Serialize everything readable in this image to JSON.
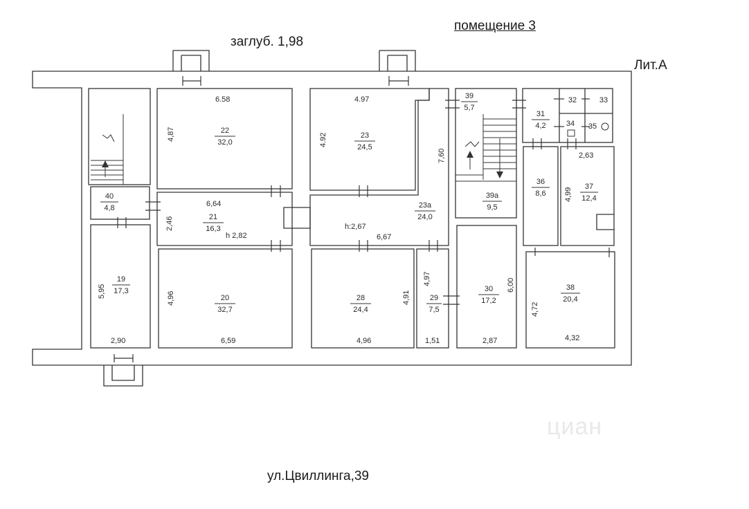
{
  "header": {
    "depth_label": "заглуб. 1,98",
    "room_label": "помещение 3",
    "letter_label": "Лит.А"
  },
  "footer": {
    "street": "ул.Цвиллинга,39"
  },
  "watermark": "циан",
  "rooms": {
    "r19": {
      "num": "19",
      "area": "17,3"
    },
    "r20": {
      "num": "20",
      "area": "32,7"
    },
    "r21": {
      "num": "21",
      "area": "16,3"
    },
    "r22": {
      "num": "22",
      "area": "32,0"
    },
    "r23": {
      "num": "23",
      "area": "24,5"
    },
    "r23a": {
      "num": "23а",
      "area": "24,0"
    },
    "r28": {
      "num": "28",
      "area": "24,4"
    },
    "r29": {
      "num": "29",
      "area": "7,5"
    },
    "r30": {
      "num": "30",
      "area": "17,2"
    },
    "r31": {
      "num": "31",
      "area": "4,2"
    },
    "r32": {
      "num": "32"
    },
    "r33": {
      "num": "33"
    },
    "r34": {
      "num": "34"
    },
    "r35": {
      "num": "35"
    },
    "r36": {
      "num": "36",
      "area": "8,6"
    },
    "r37": {
      "num": "37",
      "area": "12,4"
    },
    "r38": {
      "num": "38",
      "area": "20,4"
    },
    "r39": {
      "num": "39",
      "area": "5,7"
    },
    "r39a": {
      "num": "39а",
      "area": "9,5"
    },
    "r40": {
      "num": "40",
      "area": "4,8"
    }
  },
  "dimensions": {
    "d658": "6.58",
    "d487": "4,87",
    "d497top": "4.97",
    "d492": "4.92",
    "d760": "7,60",
    "d664": "6,64",
    "d246": "2,46",
    "h282": "h 2,82",
    "h267": "h:2,67",
    "d667": "6,67",
    "d595": "5,95",
    "d496": "4,96",
    "d491": "4,91",
    "d497mid": "4,97",
    "d600": "6,00",
    "d263": "2,63",
    "d499": "4,99",
    "d472": "4,72",
    "d290": "2,90",
    "d659": "6,59",
    "d496b": "4,96",
    "d151": "1,51",
    "d287": "2,87",
    "d432": "4,32"
  }
}
